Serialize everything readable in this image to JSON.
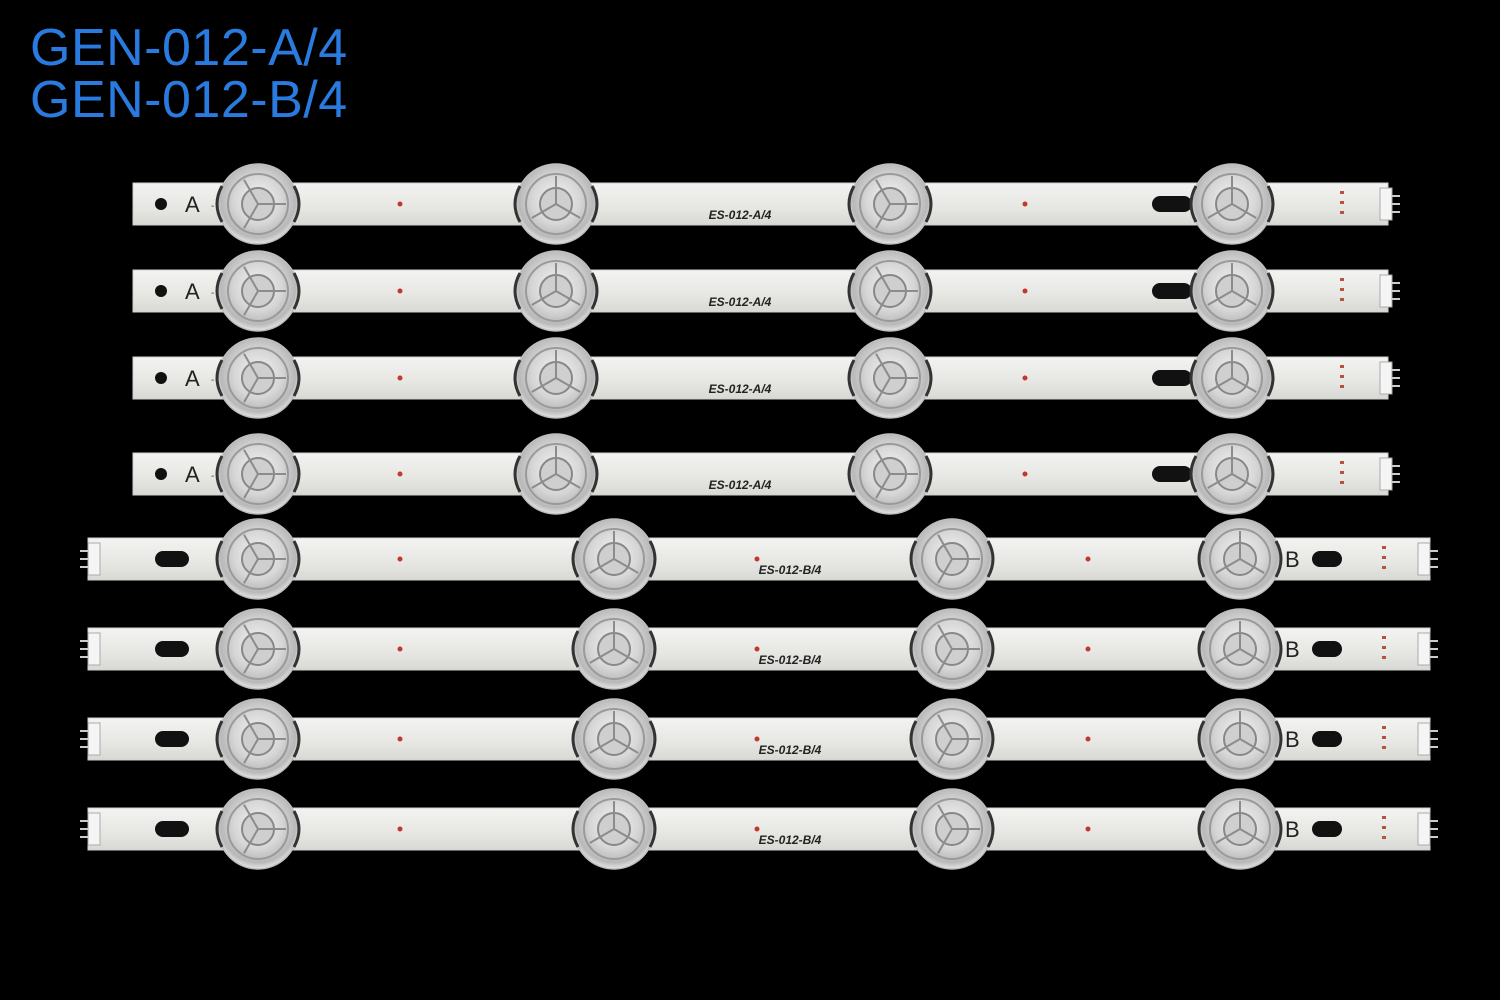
{
  "title": {
    "line1": "GEN-012-A/4",
    "line2": "GEN-012-B/4"
  },
  "strips": [
    {
      "type": "A",
      "letter": "A",
      "code": "ES-012-A/4"
    },
    {
      "type": "A",
      "letter": "A",
      "code": "ES-012-A/4"
    },
    {
      "type": "A",
      "letter": "A",
      "code": "ES-012-A/4"
    },
    {
      "type": "A",
      "letter": "A",
      "code": "ES-012-A/4"
    },
    {
      "type": "B",
      "letter": "B",
      "code": "ES-012-B/4"
    },
    {
      "type": "B",
      "letter": "B",
      "code": "ES-012-B/4"
    },
    {
      "type": "B",
      "letter": "B",
      "code": "ES-012-B/4"
    },
    {
      "type": "B",
      "letter": "B",
      "code": "ES-012-B/4"
    }
  ],
  "colors": {
    "background": "#000000",
    "title": "#2a7be0",
    "strip": "#e9e9e6",
    "lens": "#d8d8d8",
    "led_dot": "#c0392b"
  }
}
